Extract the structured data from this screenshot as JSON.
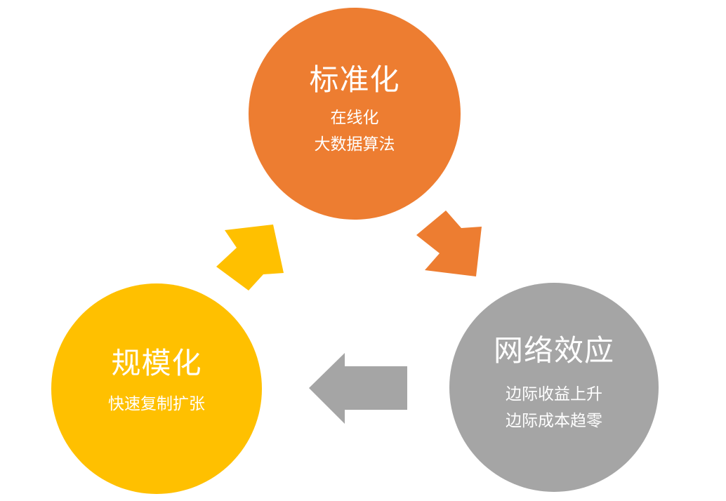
{
  "colors": {
    "orange": "#ED7D31",
    "gray": "#A5A5A5",
    "yellow": "#FFC000",
    "text": "#FFFFFF"
  },
  "nodes": {
    "standardization": {
      "title": "标准化",
      "lines": [
        "在线化",
        "大数据算法"
      ]
    },
    "network_effect": {
      "title": "网络效应",
      "lines": [
        "边际收益上升",
        "边际成本趋零"
      ]
    },
    "scale": {
      "title": "规模化",
      "lines": [
        "快速复制扩张"
      ]
    }
  },
  "edges": [
    {
      "from": "standardization",
      "to": "network_effect",
      "color": "orange"
    },
    {
      "from": "network_effect",
      "to": "scale",
      "color": "gray"
    },
    {
      "from": "scale",
      "to": "standardization",
      "color": "yellow"
    }
  ]
}
